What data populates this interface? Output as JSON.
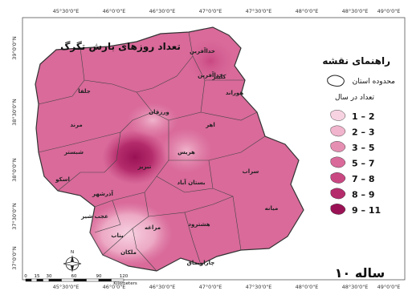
{
  "map": {
    "title": "تعداد روزهای بارش تگرگ",
    "period_label": "۱۰ ساله",
    "top_ticks": [
      "45°30'0\"E",
      "46°0'0\"E",
      "46°30'0\"E",
      "47°0'0\"E",
      "47°30'0\"E",
      "48°0'0\"E",
      "48°30'0\"E",
      "49°0'0\"E"
    ],
    "bottom_ticks": [
      "45°30'0\"E",
      "46°0'0\"E",
      "46°30'0\"E",
      "47°0'0\"E",
      "47°30'0\"E",
      "48°0'0\"E",
      "48°30'0\"E",
      "49°0'0\"E"
    ],
    "left_ticks": [
      "39°0'0\"N",
      "38°30'0\"N",
      "38°0'0\"N",
      "37°30'0\"N",
      "37°0'0\"N"
    ],
    "counties": [
      {
        "name": "خداآفرین"
      },
      {
        "name": "کلیبر"
      },
      {
        "name": "هوراند"
      },
      {
        "name": "جلفا"
      },
      {
        "name": "ورزقان"
      },
      {
        "name": "اهر"
      },
      {
        "name": "مرند"
      },
      {
        "name": "هریس"
      },
      {
        "name": "شبستر"
      },
      {
        "name": "تبریز"
      },
      {
        "name": "سراب"
      },
      {
        "name": "اسکو"
      },
      {
        "name": "بستان آباد"
      },
      {
        "name": "آذرشهر"
      },
      {
        "name": "میانه"
      },
      {
        "name": "عجب شیر"
      },
      {
        "name": "مراغه"
      },
      {
        "name": "هشترود"
      },
      {
        "name": "بناب"
      },
      {
        "name": "ملکان"
      },
      {
        "name": "چاراویماق"
      }
    ],
    "scale_bar": {
      "labels": [
        "0",
        "15",
        "30",
        "60",
        "90",
        "120"
      ],
      "unit": "Kilometers"
    },
    "north_arrow_label": "N"
  },
  "legend": {
    "title": "راهنمای نقشه",
    "boundary_label": "محدوده استان",
    "count_label": "تعداد در سال",
    "classes": [
      {
        "range": "1 – 2",
        "color": "#f7d3e2"
      },
      {
        "range": "2 – 3",
        "color": "#f0b4cc"
      },
      {
        "range": "3 – 5",
        "color": "#e58fb3"
      },
      {
        "range": "5 – 7",
        "color": "#d96a9a"
      },
      {
        "range": "7 – 8",
        "color": "#c94882"
      },
      {
        "range": "8 – 9",
        "color": "#b52c6c"
      },
      {
        "range": "9 – 11",
        "color": "#9a1255"
      }
    ]
  },
  "colors": {
    "base": "#d96a9a",
    "high": "#9a1255",
    "low": "#f7d3e2",
    "border": "#333333"
  }
}
